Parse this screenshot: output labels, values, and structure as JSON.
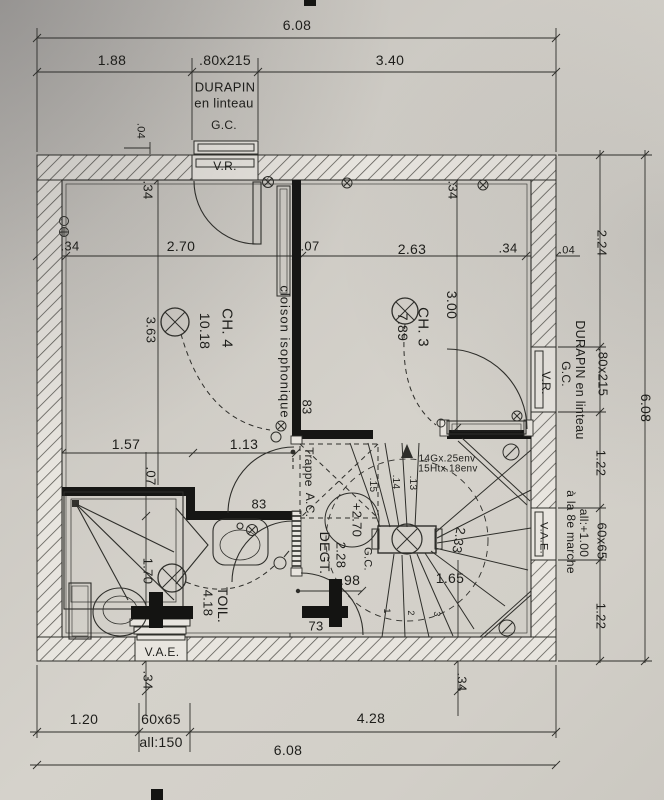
{
  "top": {
    "total": "6.08",
    "seg_left": "1.88",
    "opening": ".80x215",
    "seg_right": "3.40",
    "durapin_l1": "DURAPIN",
    "durapin_l2": "en linteau",
    "gc": "G.C.",
    "vr": "V.R.",
    "d04": ".04"
  },
  "row_upper": {
    "d34l": ".34",
    "d270": "2.70",
    "d07": ".07",
    "d263": "2.63",
    "d34r": ".34",
    "d04": ".04"
  },
  "left_col": {
    "d34": ".34",
    "d363": "3.63",
    "d07": ".07",
    "d170": "1.70"
  },
  "ch4": {
    "name": "CH. 4",
    "area": "10.18"
  },
  "ch3": {
    "name": "CH. 3",
    "area": "7.89"
  },
  "ch3_dims": {
    "d34": ".34",
    "d300": "3.00"
  },
  "cloison": "cloison isophonique",
  "mid": {
    "d157": "1.57",
    "d113": "1.13",
    "d83_door": "83",
    "d83_toil": "83"
  },
  "trappe": {
    "l1": "Trappe",
    "l2": "A.C."
  },
  "stair": {
    "note1": "14Gx.25env",
    "note2": "15Htx.18env",
    "level": "+2.70",
    "gc": "G.C.",
    "t15": ".15",
    "t14": ".14",
    "t13": ".13",
    "d233": "2.33",
    "d165": "1.65",
    "d98": ".98",
    "d73": "73",
    "n1": "1",
    "n2": "2",
    "n3": "3"
  },
  "deg": {
    "name": "DEGT.",
    "area": "2.28"
  },
  "toil": {
    "name": "TOIL.",
    "area": "4.18"
  },
  "right_col": {
    "d224": "2.24",
    "durapin": "DURAPIN en linteau",
    "opening": ".80x215",
    "gc": "G.C.",
    "vr": "V.R.",
    "total": "6.08",
    "d122a": "1.22",
    "win": "60x65",
    "d122b": "1.22",
    "note_marche": "à la 8e marche",
    "note_all": "all:+1.00",
    "vae": "V.A.E."
  },
  "bottom": {
    "vae": "V.A.E.",
    "d34l": ".34",
    "d120": "1.20",
    "win": "60x65",
    "allege": "all:150",
    "d428": "4.28",
    "total": "6.08",
    "d34r": ".34"
  },
  "colors": {
    "paper": "#d5d2cb",
    "ink": "#2e2e2a",
    "wall_fill": "#e8e5df"
  }
}
